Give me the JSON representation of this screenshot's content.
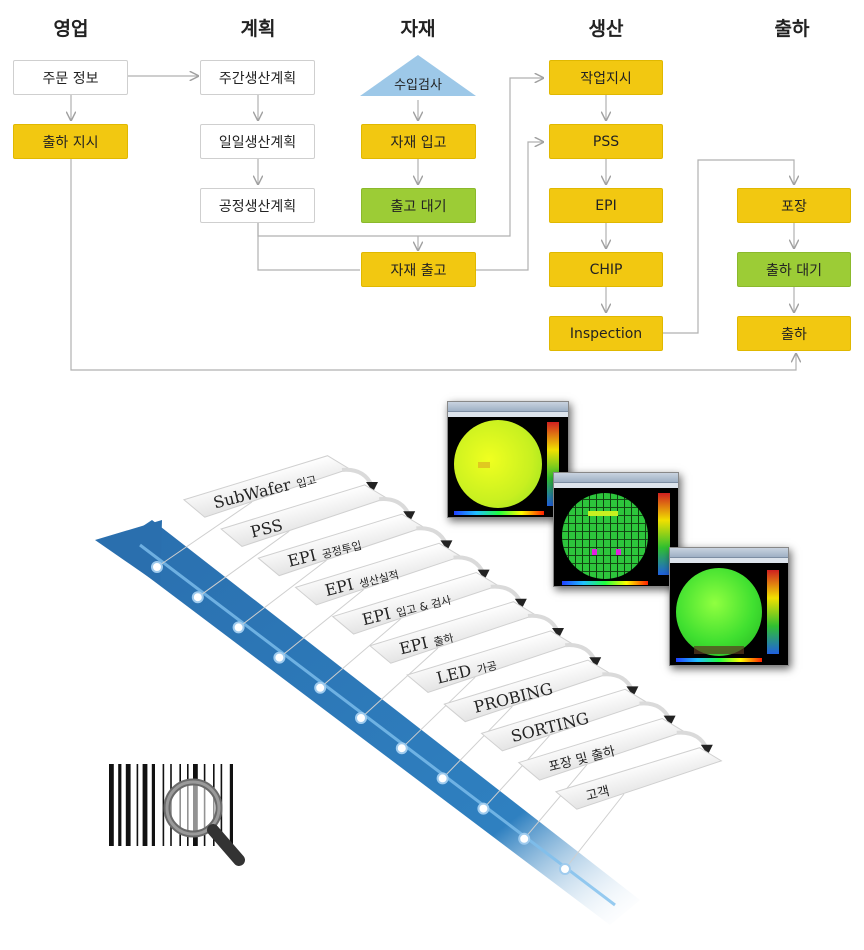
{
  "columns": {
    "sales": "영업",
    "plan": "계획",
    "material": "자재",
    "production": "생산",
    "shipping": "출하"
  },
  "sales": {
    "order_info": "주문 정보",
    "ship_order": "출하 지시"
  },
  "plan": {
    "weekly": "주간생산계획",
    "daily": "일일생산계획",
    "process": "공정생산계획"
  },
  "material": {
    "incoming_inspection": "수입검사",
    "material_in": "자재 입고",
    "release_wait": "출고 대기",
    "material_out": "자재 출고"
  },
  "production": {
    "work_order": "작업지시",
    "pss": "PSS",
    "epi": "EPI",
    "chip": "CHIP",
    "inspection": "Inspection"
  },
  "shipping": {
    "packing": "포장",
    "ship_wait": "출하 대기",
    "ship": "출하"
  },
  "timeline": [
    {
      "main": "SubWafer",
      "sub": "입고"
    },
    {
      "main": "PSS",
      "sub": ""
    },
    {
      "main": "EPI",
      "sub": "공정투입"
    },
    {
      "main": "EPI",
      "sub": "생산실적"
    },
    {
      "main": "EPI",
      "sub": "입고 & 검사"
    },
    {
      "main": "EPI",
      "sub": "출하"
    },
    {
      "main": "LED",
      "sub": "가공"
    },
    {
      "main": "PROBING",
      "sub": ""
    },
    {
      "main": "SORTING",
      "sub": ""
    },
    {
      "main": "",
      "sub": "포장 및 출하"
    },
    {
      "main": "",
      "sub": "고객"
    }
  ],
  "colors": {
    "yellow": "#f2c811",
    "green": "#9ccc36",
    "triangle": "#9dc8e8",
    "arrow": "#2a6fae",
    "connector": "#b0b0b0"
  },
  "icons": {
    "barcode": "barcode-magnifier-icon"
  }
}
